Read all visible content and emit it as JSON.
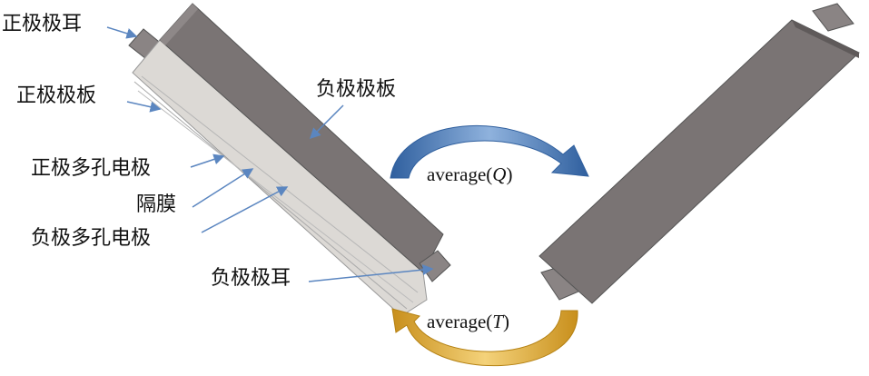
{
  "labels": {
    "positive_tab": "正极极耳",
    "positive_plate": "正极极板",
    "negative_plate": "负极极板",
    "positive_porous_electrode": "正极多孔电极",
    "separator": "隔膜",
    "negative_porous_electrode": "负极多孔电极",
    "negative_tab": "负极极耳"
  },
  "equations": {
    "q_prefix": "average(",
    "q_var": "Q",
    "t_prefix": "average(",
    "t_var": "T",
    "suffix": ")"
  },
  "colors": {
    "plate": "#7a7474",
    "layers": "#d9d6d2",
    "blue_arrow": "#3f74b5",
    "gold_arrow": "#d8a52a",
    "pointer": "#5b86c0"
  }
}
